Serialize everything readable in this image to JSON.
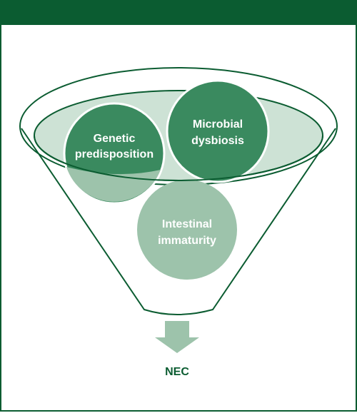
{
  "diagram": {
    "factors": {
      "genetic": {
        "line1": "Genetic",
        "line2": "predisposition"
      },
      "microbial": {
        "line1": "Microbial",
        "line2": "dysbiosis"
      },
      "intestinal": {
        "line1": "Intestinal",
        "line2": "immaturity"
      }
    },
    "outcome": "NEC"
  },
  "colors": {
    "dark_green": "#0b5c31",
    "medium_green": "#3a8a5f",
    "light_green": "#9dc3ab",
    "pale_green": "#cde2d5"
  }
}
